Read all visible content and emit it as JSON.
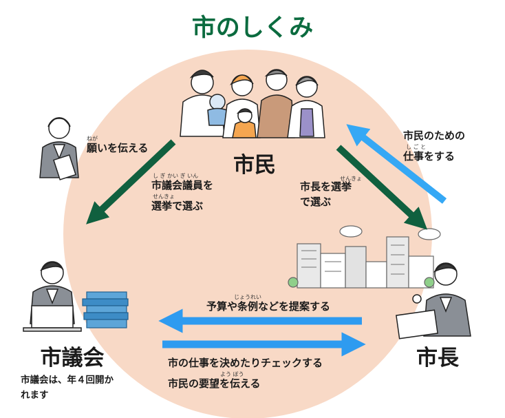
{
  "title": "市のしくみ",
  "colors": {
    "title_green": "#0b6b3f",
    "circle_fill": "#f8d9c6",
    "arrow_green": "#10603f",
    "arrow_blue": "#2e9bf0",
    "arrow_blue_light": "#35a8f5"
  },
  "nodes": {
    "citizens": "市民",
    "assembly": "市議会",
    "mayor": "市長"
  },
  "labels": {
    "wish_ruby": "ねが",
    "wish": "願いを伝える",
    "elect_members_ruby": "し ぎ かい ぎ いん",
    "elect_members_l1": "市議会議員を",
    "elect_members_ruby2": "せんきょ",
    "elect_members_l2": "選挙で選ぶ",
    "elect_mayor_ruby": "せんきょ",
    "elect_mayor_l1": "市長を選挙",
    "elect_mayor_l2": "で選ぶ",
    "work_l1": "市民のための",
    "work_ruby": "し ご と",
    "work_l2": "仕事をする",
    "budget_ruby": "じょうれい",
    "budget": "予算や条例などを提案する",
    "decide": "市の仕事を決めたりチェックする",
    "demand_ruby": "よう ぼう",
    "demand": "市民の要望を伝える",
    "meeting_l1": "市議会は、年４回開か",
    "meeting_l2": "れます"
  },
  "icons": [
    "family-illustration",
    "citizen-with-clipboard-illustration",
    "assembly-member-laptop-illustration",
    "mayor-laptop-illustration",
    "city-buildings-illustration"
  ]
}
